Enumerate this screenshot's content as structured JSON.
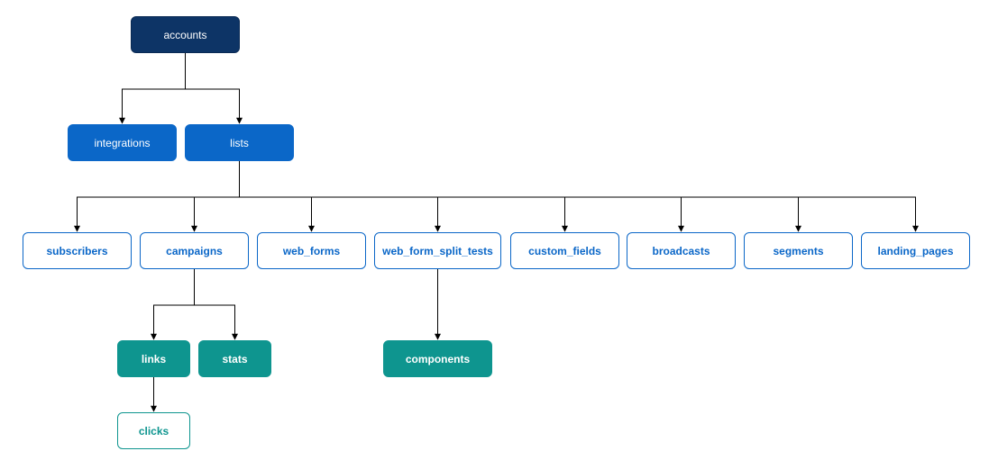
{
  "nodes": {
    "accounts": "accounts",
    "integrations": "integrations",
    "lists": "lists",
    "subscribers": "subscribers",
    "campaigns": "campaigns",
    "web_forms": "web_forms",
    "web_form_split_tests": "web_form_split_tests",
    "custom_fields": "custom_fields",
    "broadcasts": "broadcasts",
    "segments": "segments",
    "landing_pages": "landing_pages",
    "links": "links",
    "stats": "stats",
    "components": "components",
    "clicks": "clicks"
  },
  "edges": [
    [
      "accounts",
      "integrations"
    ],
    [
      "accounts",
      "lists"
    ],
    [
      "lists",
      "subscribers"
    ],
    [
      "lists",
      "campaigns"
    ],
    [
      "lists",
      "web_forms"
    ],
    [
      "lists",
      "web_form_split_tests"
    ],
    [
      "lists",
      "custom_fields"
    ],
    [
      "lists",
      "broadcasts"
    ],
    [
      "lists",
      "segments"
    ],
    [
      "lists",
      "landing_pages"
    ],
    [
      "campaigns",
      "links"
    ],
    [
      "campaigns",
      "stats"
    ],
    [
      "web_form_split_tests",
      "components"
    ],
    [
      "links",
      "clicks"
    ]
  ],
  "colors": {
    "navy": "#0d3466",
    "blue": "#0b67c8",
    "teal": "#0e958f",
    "line": "#000000"
  }
}
